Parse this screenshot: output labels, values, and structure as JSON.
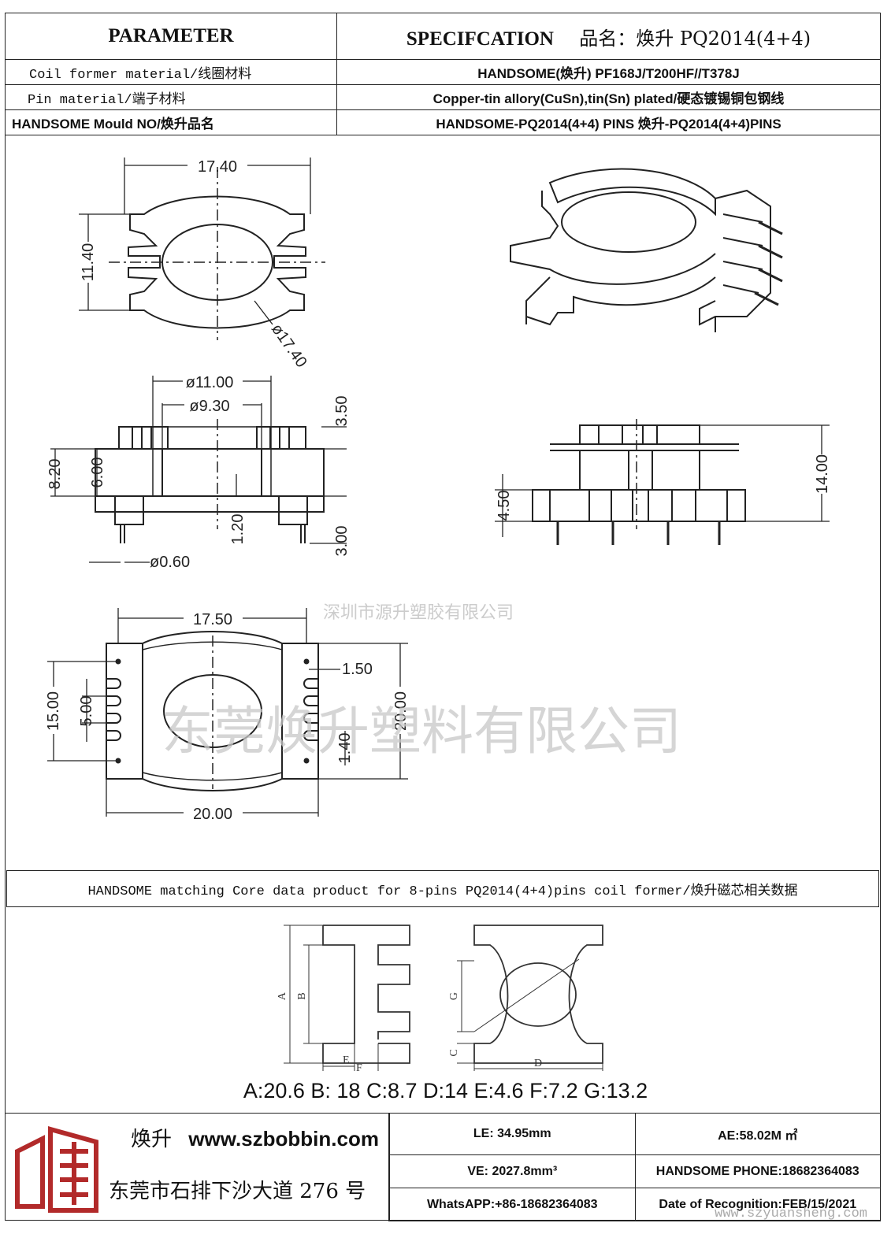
{
  "header": {
    "param_label": "PARAMETER",
    "spec_label": "SPECIFCATION",
    "product_name": "品名：焕升 PQ2014(4+4)"
  },
  "rows": [
    {
      "label": "Coil former material/线圈材料",
      "value": "HANDSOME(焕升)   PF168J/T200HF//T378J"
    },
    {
      "label": "Pin material/端子材料",
      "value": "Copper-tin allory(CuSn),tin(Sn) plated/硬态镀锡铜包钢线"
    },
    {
      "label": "HANDSOME Mould NO/焕升品名",
      "value": "HANDSOME-PQ2014(4+4) PINS    焕升-PQ2014(4+4)PINS"
    }
  ],
  "dims": {
    "top_width": "17.40",
    "top_height": "11.40",
    "top_dia": "ø17.40",
    "side_d1": "ø11.00",
    "side_d2": "ø9.30",
    "side_h1": "3.50",
    "side_h2": "8.20",
    "side_h3": "6.00",
    "side_h4": "1.20",
    "side_h5": "3.00",
    "pin_dia": "ø0.60",
    "front_height": "14.00",
    "front_base": "4.50",
    "bottom_w1": "17.50",
    "bottom_w2": "20.00",
    "bottom_h1": "15.00",
    "bottom_h2": "5.00",
    "bottom_h3": "20.00",
    "bottom_p1": "1.50",
    "bottom_p2": "1.40"
  },
  "watermarks": {
    "small": "深圳市源升塑胶有限公司",
    "large": "东莞焕升塑料有限公司",
    "corner": "www.szyuansheng.com"
  },
  "core": {
    "title": "HANDSOME matching Core data  product for 8-pins PQ2014(4+4)pins coil former/焕升磁芯相关数据",
    "labels": {
      "a": "A",
      "b": "B",
      "c": "C",
      "d": "D",
      "e": "E",
      "f": "F",
      "g": "G"
    },
    "values": "A:20.6 B: 18 C:8.7 D:14 E:4.6 F:7.2 G:13.2"
  },
  "footer": {
    "brand_cn": "焕升",
    "website": "www.szbobbin.com",
    "address": "东莞市石排下沙大道 276 号",
    "cells": [
      "LE: 34.95mm",
      "AE:58.02M ㎡",
      "VE: 2027.8mm³",
      "HANDSOME PHONE:18682364083",
      "WhatsAPP:+86-18682364083",
      "Date of Recognition:FEB/15/2021"
    ]
  }
}
